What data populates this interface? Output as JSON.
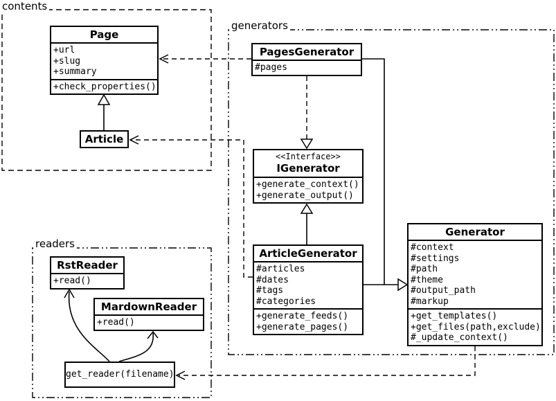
{
  "packages": {
    "contents": {
      "label": "contents"
    },
    "generators": {
      "label": "generators"
    },
    "readers": {
      "label": "readers"
    }
  },
  "classes": {
    "page": {
      "name": "Page",
      "attributes": [
        "+url",
        "+slug",
        "+summary"
      ],
      "methods": [
        "+check_properties()"
      ]
    },
    "article": {
      "name": "Article"
    },
    "pages_generator": {
      "name": "PagesGenerator",
      "attributes": [
        "#pages"
      ]
    },
    "igenerator": {
      "stereotype": "<<Interface>>",
      "name": "IGenerator",
      "methods": [
        "+generate_context()",
        "+generate_output()"
      ]
    },
    "article_generator": {
      "name": "ArticleGenerator",
      "attributes": [
        "#articles",
        "#dates",
        "#tags",
        "#categories"
      ],
      "methods": [
        "+generate_feeds()",
        "+generate_pages()"
      ]
    },
    "generator": {
      "name": "Generator",
      "attributes": [
        "#context",
        "#settings",
        "#path",
        "#theme",
        "#output_path",
        "#markup"
      ],
      "methods": [
        "+get_templates()",
        "+get_files(path,exclude)",
        "#_update_context()"
      ]
    },
    "rst_reader": {
      "name": "RstReader",
      "methods": [
        "+read()"
      ]
    },
    "markdown_reader": {
      "name": "MardownReader",
      "methods": [
        "+read()"
      ]
    },
    "get_reader": {
      "name": "get_reader(filename)"
    }
  },
  "relations": [
    {
      "from": "Article",
      "to": "Page",
      "type": "inheritance"
    },
    {
      "from": "PagesGenerator",
      "to": "Page",
      "type": "dependency"
    },
    {
      "from": "ArticleGenerator",
      "to": "Article",
      "type": "dependency"
    },
    {
      "from": "PagesGenerator",
      "to": "IGenerator",
      "type": "realization"
    },
    {
      "from": "ArticleGenerator",
      "to": "IGenerator",
      "type": "inheritance"
    },
    {
      "from": "PagesGenerator",
      "to": "Generator",
      "type": "inheritance"
    },
    {
      "from": "ArticleGenerator",
      "to": "Generator",
      "type": "inheritance"
    },
    {
      "from": "Generator",
      "to": "get_reader(filename)",
      "type": "dependency"
    },
    {
      "from": "get_reader(filename)",
      "to": "RstReader",
      "type": "dependency"
    },
    {
      "from": "get_reader(filename)",
      "to": "MardownReader",
      "type": "dependency"
    }
  ],
  "colors": {
    "line": "#000000",
    "background": "#ffffff",
    "box_fill": "#ffffff"
  }
}
